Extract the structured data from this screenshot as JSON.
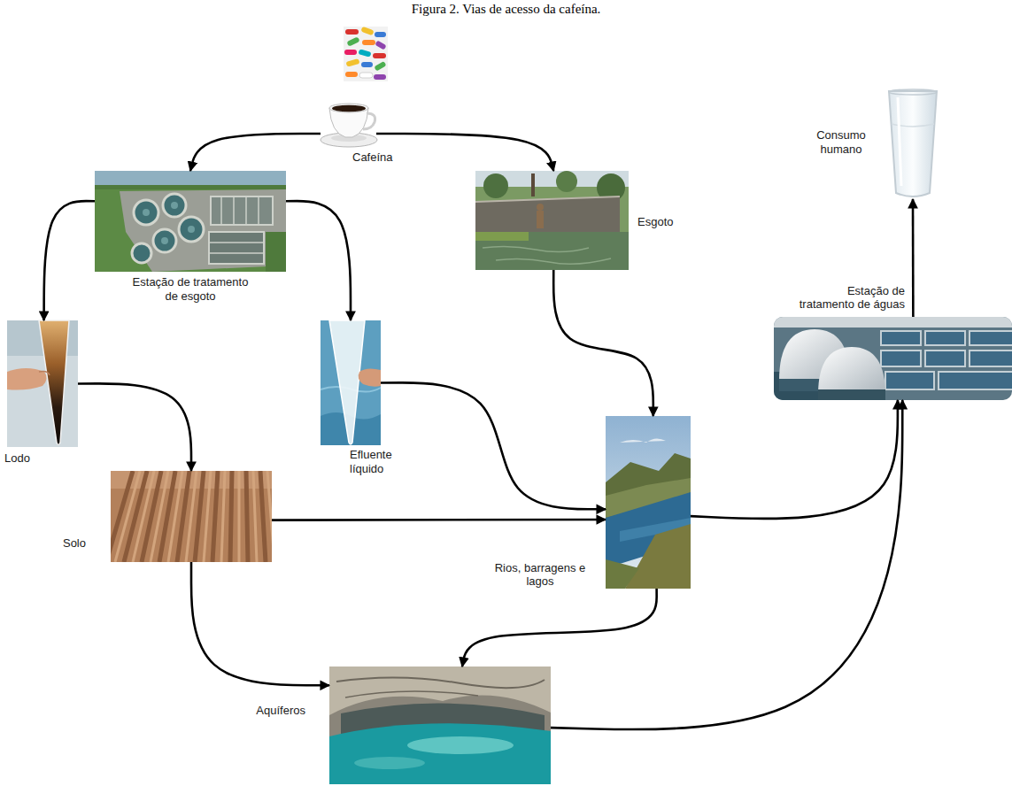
{
  "diagram": {
    "title": "Figura 2. Vias de acesso da cafeína.",
    "nodes": [
      {
        "text": [
          "Cafeína"
        ]
      },
      {
        "text": [
          "Estação de tratamento de esgoto"
        ]
      },
      {
        "text": [
          "Esgoto"
        ]
      },
      {
        "text": [
          "Lodo"
        ]
      },
      {
        "text": [
          "Efluente líquido"
        ]
      },
      {
        "text": [
          "Solo"
        ]
      },
      {
        "text": [
          "Rios, barragens e lagos"
        ]
      },
      {
        "text": [
          "Aquíferos"
        ]
      },
      {
        "text": [
          "Estação de tratamento de águas"
        ]
      },
      {
        "text": [
          "Consumo humano"
        ]
      }
    ],
    "edges": [
      {
        "from": 0,
        "to": 1,
        "arrow": "to"
      },
      {
        "from": 0,
        "to": 2,
        "arrow": "to"
      },
      {
        "from": 1,
        "to": 3,
        "arrow": "to"
      },
      {
        "from": 1,
        "to": 4,
        "arrow": "to"
      },
      {
        "from": 3,
        "to": 5,
        "arrow": "to"
      },
      {
        "from": 4,
        "to": 6,
        "arrow": "to"
      },
      {
        "from": 2,
        "to": 6,
        "arrow": "to"
      },
      {
        "from": 5,
        "to": 6,
        "arrow": "to"
      },
      {
        "from": 5,
        "to": 7,
        "arrow": "to"
      },
      {
        "from": 6,
        "to": 7,
        "arrow": "to"
      },
      {
        "from": 6,
        "to": 8,
        "arrow": "to"
      },
      {
        "from": 7,
        "to": 8,
        "arrow": "to"
      },
      {
        "from": 8,
        "to": 9,
        "arrow": "to"
      }
    ]
  }
}
